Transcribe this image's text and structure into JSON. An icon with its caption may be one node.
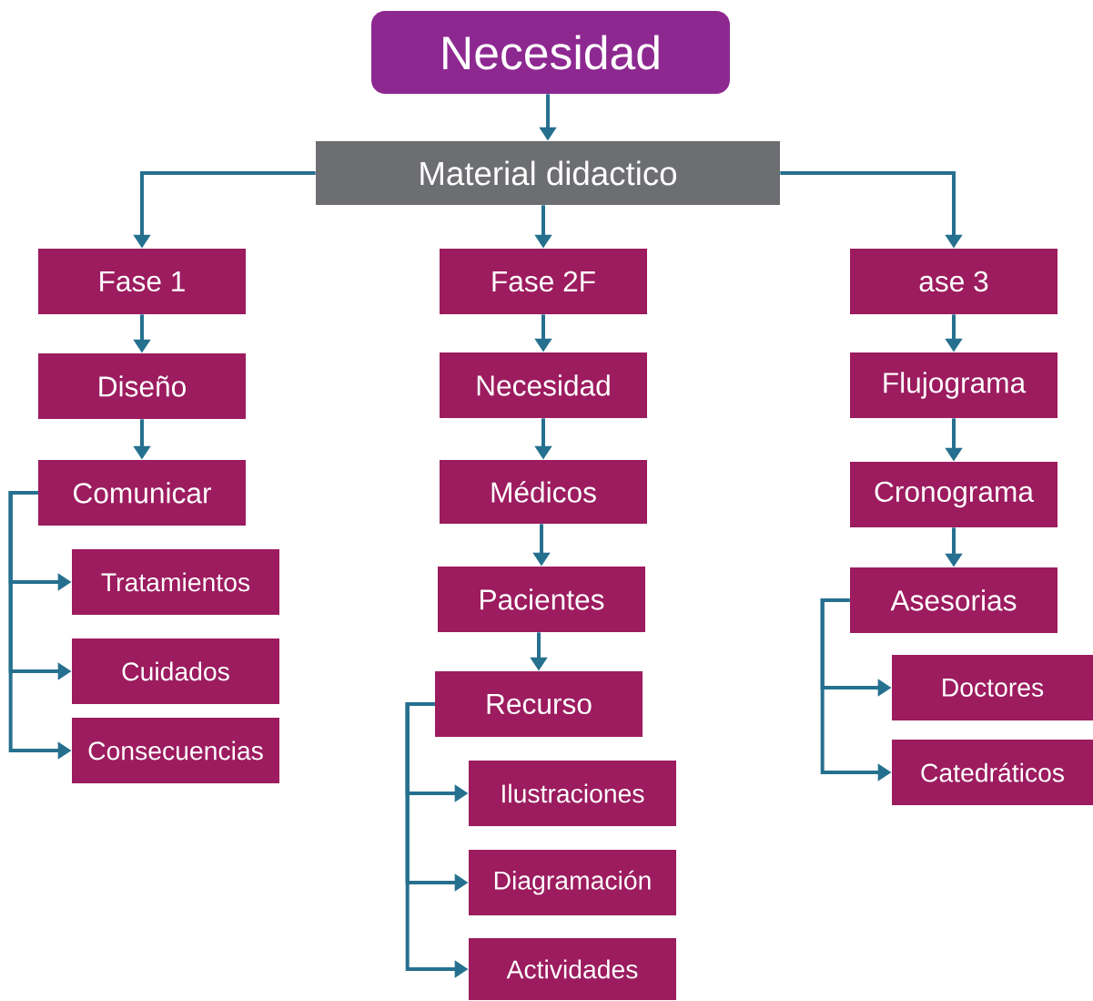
{
  "diagram": {
    "nodes": [
      {
        "text": [
          "Necesidad"
        ]
      },
      {
        "text": [
          "Material didactico"
        ]
      },
      {
        "text": [
          "Fase 1"
        ]
      },
      {
        "text": [
          "Fase 2F"
        ]
      },
      {
        "text": [
          "ase 3"
        ]
      },
      {
        "text": [
          "Diseño"
        ]
      },
      {
        "text": [
          "Comunicar"
        ]
      },
      {
        "text": [
          "Tratamientos"
        ]
      },
      {
        "text": [
          "Cuidados"
        ]
      },
      {
        "text": [
          "Consecuencias"
        ]
      },
      {
        "text": [
          "Necesidad"
        ]
      },
      {
        "text": [
          "Médicos"
        ]
      },
      {
        "text": [
          "Pacientes"
        ]
      },
      {
        "text": [
          "Recurso"
        ]
      },
      {
        "text": [
          "Ilustraciones"
        ]
      },
      {
        "text": [
          "Diagramación"
        ]
      },
      {
        "text": [
          "Actividades"
        ]
      },
      {
        "text": [
          "Flujograma"
        ]
      },
      {
        "text": [
          "Cronograma"
        ]
      },
      {
        "text": [
          "Asesorias"
        ]
      },
      {
        "text": [
          "Doctores"
        ]
      },
      {
        "text": [
          "Catedráticos"
        ]
      }
    ],
    "edges": [
      {
        "from": 0,
        "to": 1,
        "arrow": "to"
      },
      {
        "from": 1,
        "to": 2,
        "arrow": "to"
      },
      {
        "from": 1,
        "to": 3,
        "arrow": "to"
      },
      {
        "from": 1,
        "to": 4,
        "arrow": "to"
      },
      {
        "from": 2,
        "to": 5,
        "arrow": "to"
      },
      {
        "from": 5,
        "to": 6,
        "arrow": "to"
      },
      {
        "from": 6,
        "to": 7,
        "arrow": "to"
      },
      {
        "from": 6,
        "to": 8,
        "arrow": "to"
      },
      {
        "from": 6,
        "to": 9,
        "arrow": "to"
      },
      {
        "from": 3,
        "to": 10,
        "arrow": "to"
      },
      {
        "from": 10,
        "to": 11,
        "arrow": "to"
      },
      {
        "from": 11,
        "to": 12,
        "arrow": "to"
      },
      {
        "from": 12,
        "to": 13,
        "arrow": "to"
      },
      {
        "from": 13,
        "to": 14,
        "arrow": "to"
      },
      {
        "from": 13,
        "to": 15,
        "arrow": "to"
      },
      {
        "from": 13,
        "to": 16,
        "arrow": "to"
      },
      {
        "from": 4,
        "to": 17,
        "arrow": "to"
      },
      {
        "from": 17,
        "to": 18,
        "arrow": "to"
      },
      {
        "from": 18,
        "to": 19,
        "arrow": "to"
      },
      {
        "from": 19,
        "to": 20,
        "arrow": "to"
      },
      {
        "from": 19,
        "to": 21,
        "arrow": "to"
      }
    ]
  }
}
